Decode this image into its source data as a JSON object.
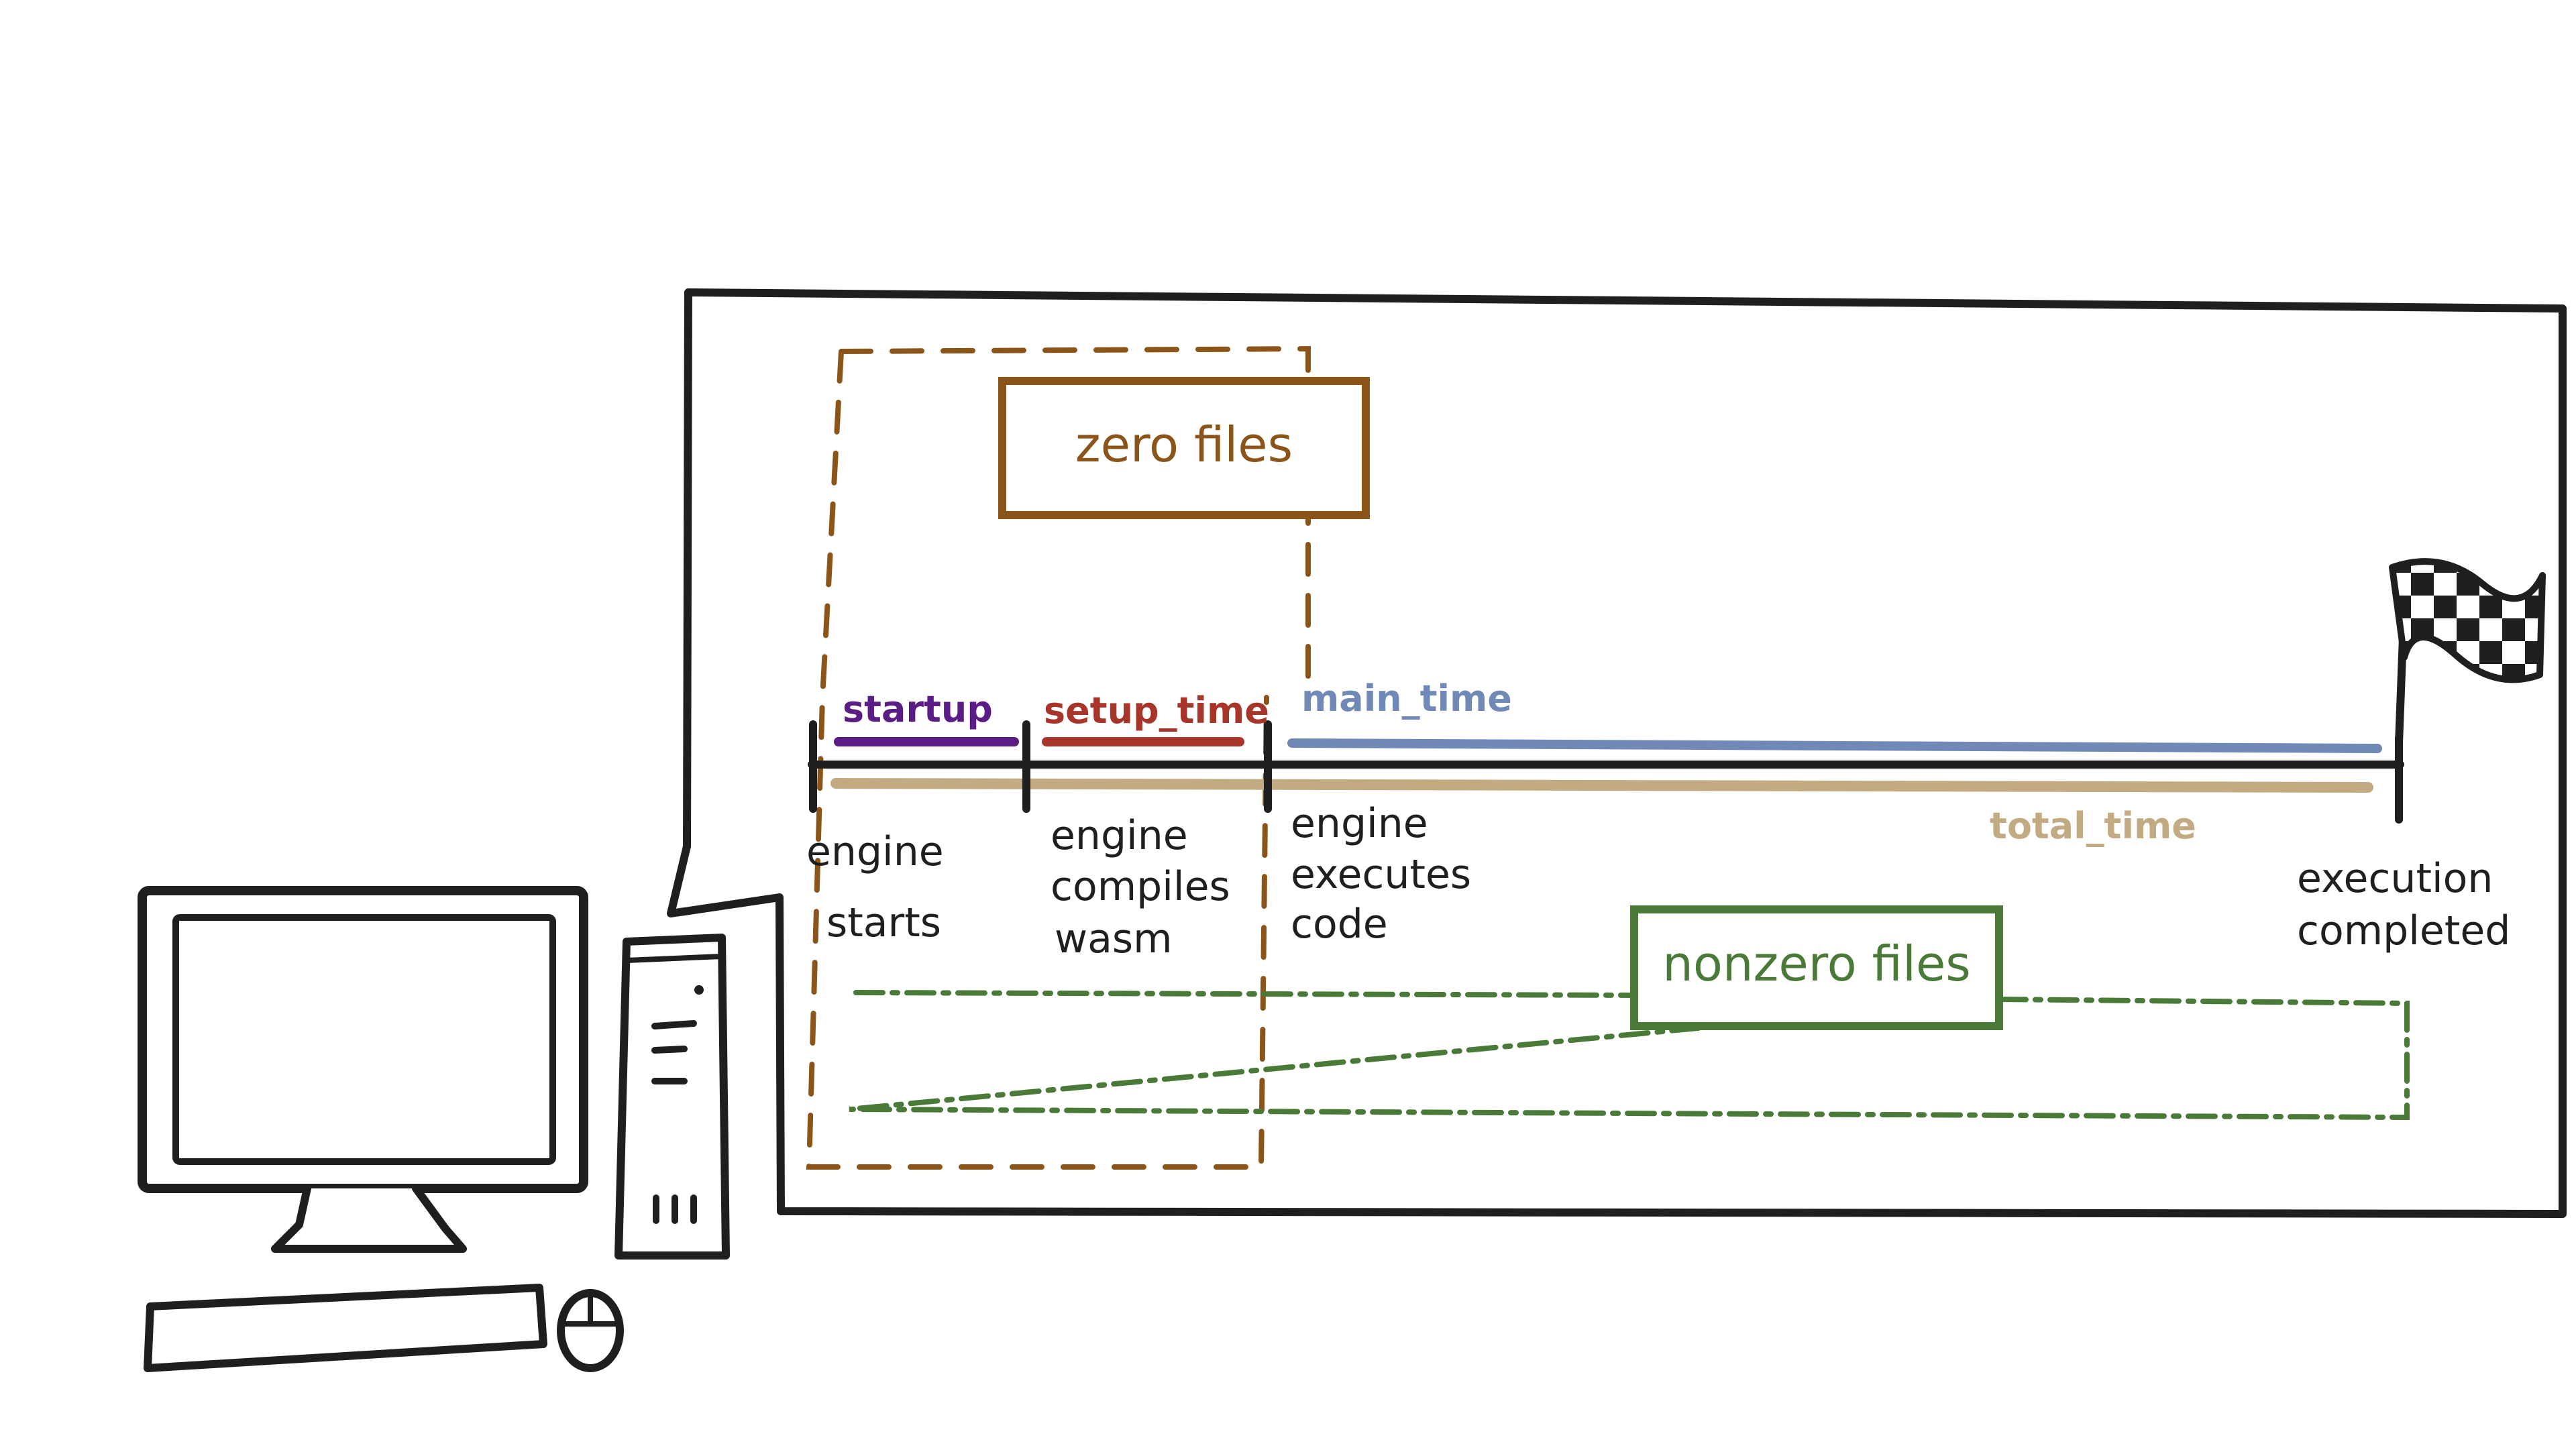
{
  "colors": {
    "ink": "#1f1f1f",
    "startup": "#5a1d86",
    "setup_time": "#a8352a",
    "main_time": "#7189b6",
    "total_time": "#c2ab82",
    "zero_files": "#8b5418",
    "nonzero_files": "#4a7a37",
    "flag_white": "#ffffff"
  },
  "boxes": {
    "zero_files": "zero files",
    "nonzero_files": "nonzero files"
  },
  "phases": {
    "startup": "startup",
    "setup_time": "setup_time",
    "main_time": "main_time",
    "total_time": "total_time"
  },
  "events": {
    "engine_starts": [
      "engine",
      "starts"
    ],
    "engine_compiles": [
      "engine",
      "compiles",
      "wasm"
    ],
    "engine_executes": [
      "engine",
      "executes",
      "code"
    ],
    "execution_completed": [
      "execution",
      "completed"
    ]
  },
  "icons": {
    "computer": "desktop-computer-icon",
    "flag": "checkered-flag-icon"
  }
}
